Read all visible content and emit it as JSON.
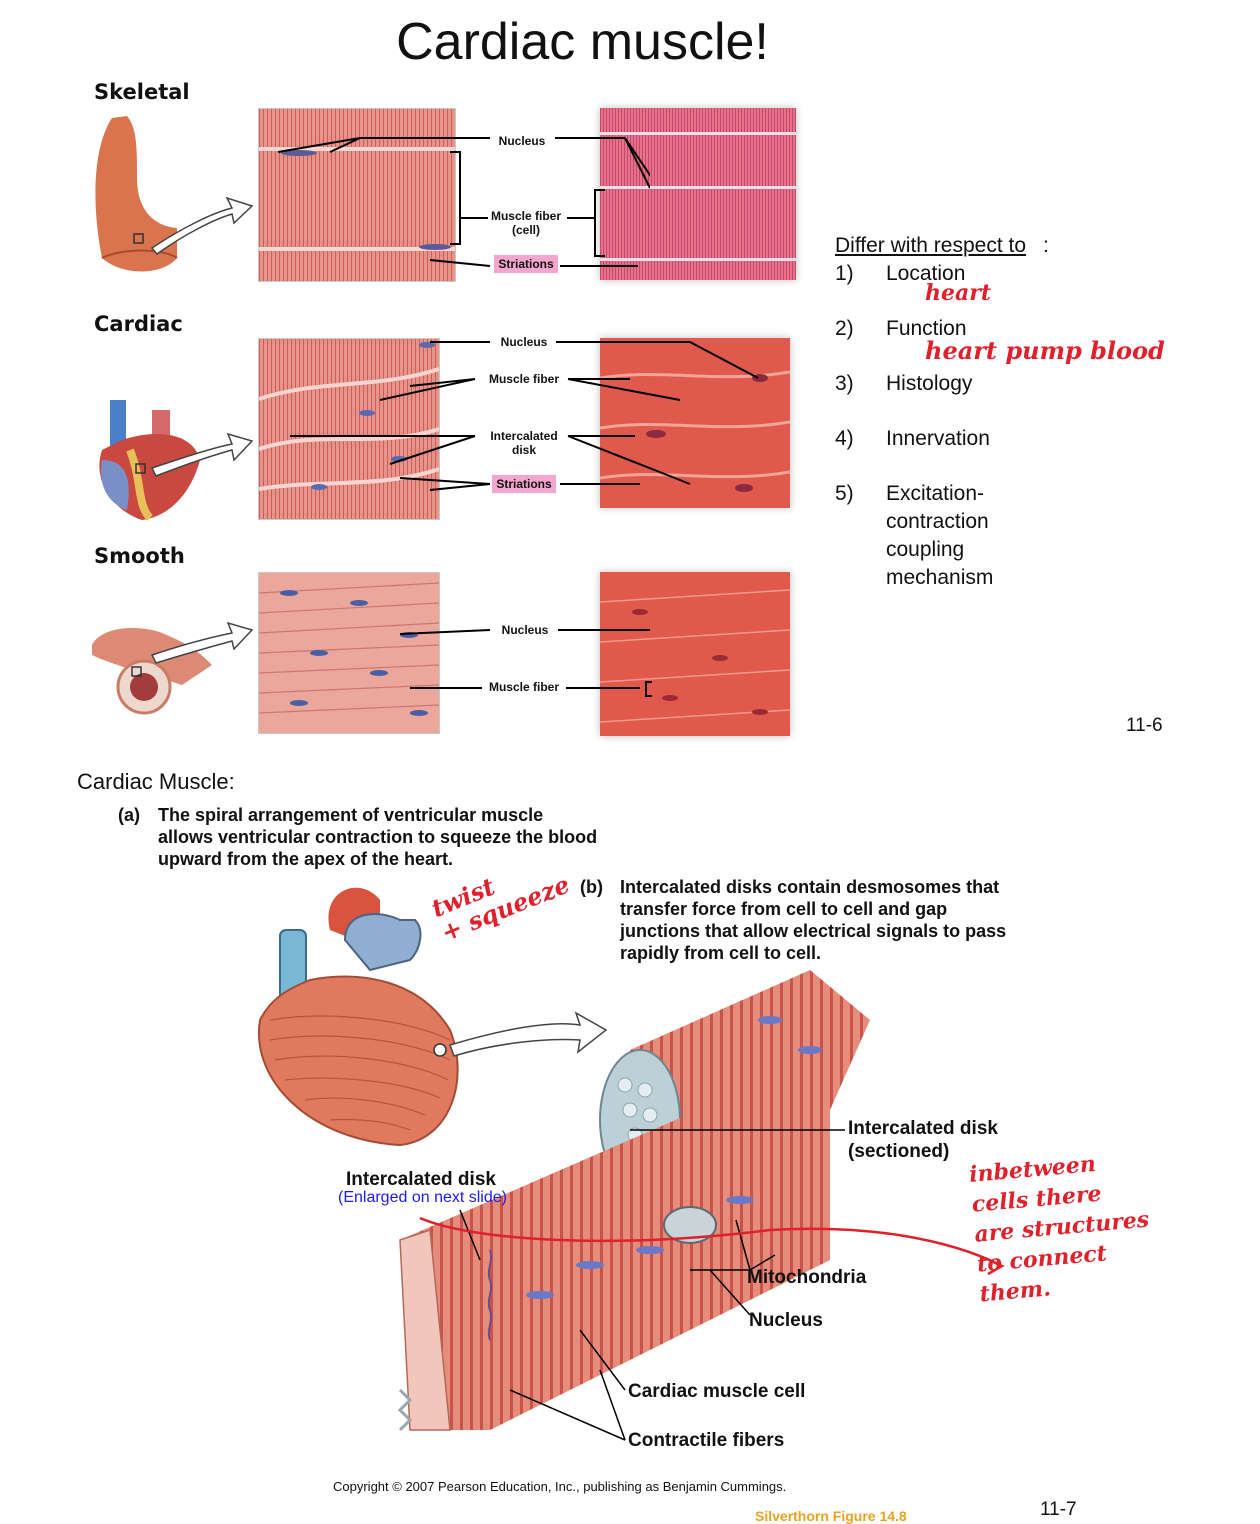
{
  "page1": {
    "title": "Cardiac muscle!",
    "rows": {
      "skeletal": {
        "label": "Skeletal",
        "labels": {
          "nucleus": "Nucleus",
          "fiber": "Muscle fiber\n(cell)",
          "striations": "Striations"
        }
      },
      "cardiac": {
        "label": "Cardiac",
        "labels": {
          "nucleus": "Nucleus",
          "fiber": "Muscle fiber",
          "disk": "Intercalated\ndisk",
          "striations": "Striations"
        }
      },
      "smooth": {
        "label": "Smooth",
        "labels": {
          "nucleus": "Nucleus",
          "fiber": "Muscle fiber"
        }
      }
    },
    "differ": {
      "heading": "Differ with respect to",
      "colon": ":",
      "items": [
        {
          "num": "1)",
          "text": "Location"
        },
        {
          "num": "2)",
          "text": "Function"
        },
        {
          "num": "3)",
          "text": "Histology"
        },
        {
          "num": "4)",
          "text": "Innervation"
        },
        {
          "num": "5)",
          "text": "Excitation-\ncontraction\ncoupling\nmechanism"
        }
      ],
      "handwritten": {
        "location": "heart",
        "function": "heart pump blood"
      }
    },
    "page_number": "11-6"
  },
  "page2": {
    "heading": "Cardiac Muscle:",
    "caption_a": {
      "tag": "(a)",
      "text": "The spiral arrangement of ventricular muscle allows ventricular contraction to squeeze the blood upward from the apex of the heart."
    },
    "caption_b": {
      "tag": "(b)",
      "text": "Intercalated disks contain desmosomes that transfer force from cell to cell and gap junctions that allow electrical signals to pass rapidly from cell to cell."
    },
    "handwritten_twist": "twist\n+ squeeze",
    "handwritten_between": "inbetween\ncells there\nare structures\nto connect\nthem.",
    "callouts": {
      "disk_sectioned": "Intercalated disk\n(sectioned)",
      "disk": "Intercalated disk",
      "enlarged": "(Enlarged on next slide)",
      "mitochondria": "Mitochondria",
      "nucleus": "Nucleus",
      "cell": "Cardiac muscle cell",
      "fibers": "Contractile fibers"
    },
    "copyright": "Copyright © 2007 Pearson Education, Inc., publishing as Benjamin Cummings.",
    "figure_ref": "Silverthorn Figure 14.8",
    "page_number": "11-7"
  },
  "colors": {
    "muscle": "#e5837b",
    "muscle_dark": "#c9534b",
    "handwriting": "#e0202a",
    "pink_highlight": "#f4a6cf",
    "link_blue": "#1a1aff"
  }
}
